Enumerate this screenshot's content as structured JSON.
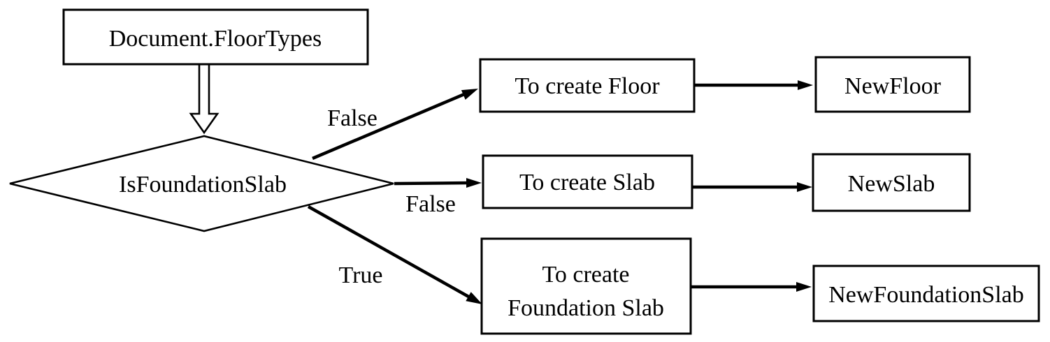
{
  "diagram": {
    "type": "flowchart",
    "colors": {
      "background": "#ffffff",
      "stroke": "#000000",
      "text": "#000000"
    },
    "nodes": {
      "floor_types": {
        "shape": "rectangle",
        "label": "Document.FloorTypes"
      },
      "is_foundation_slab": {
        "shape": "diamond",
        "label": "IsFoundationSlab"
      },
      "to_create_floor": {
        "shape": "rectangle",
        "label": "To create Floor"
      },
      "to_create_slab": {
        "shape": "rectangle",
        "label": "To create Slab"
      },
      "to_create_foundation_slab": {
        "shape": "rectangle",
        "label_line1": "To create",
        "label_line2": "Foundation Slab"
      },
      "new_floor": {
        "shape": "rectangle",
        "label": "NewFloor"
      },
      "new_slab": {
        "shape": "rectangle",
        "label": "NewSlab"
      },
      "new_foundation_slab": {
        "shape": "rectangle",
        "label": "NewFoundationSlab"
      }
    },
    "edges": [
      {
        "from": "floor_types",
        "to": "is_foundation_slab",
        "label": "",
        "style": "hollow-arrow"
      },
      {
        "from": "is_foundation_slab",
        "to": "to_create_floor",
        "label": "False",
        "style": "solid-arrow"
      },
      {
        "from": "is_foundation_slab",
        "to": "to_create_slab",
        "label": "False",
        "style": "solid-arrow"
      },
      {
        "from": "is_foundation_slab",
        "to": "to_create_foundation_slab",
        "label": "True",
        "style": "solid-arrow"
      },
      {
        "from": "to_create_floor",
        "to": "new_floor",
        "label": "",
        "style": "solid-arrow"
      },
      {
        "from": "to_create_slab",
        "to": "new_slab",
        "label": "",
        "style": "solid-arrow"
      },
      {
        "from": "to_create_foundation_slab",
        "to": "new_foundation_slab",
        "label": "",
        "style": "solid-arrow"
      }
    ]
  }
}
